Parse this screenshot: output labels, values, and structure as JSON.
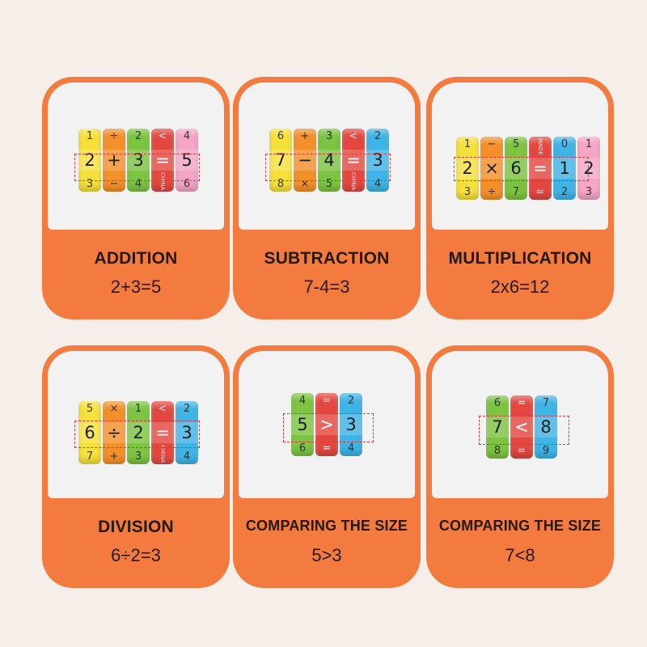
{
  "cards": [
    {
      "title": "ADDITION",
      "equation": "2+3=5",
      "rings": [
        {
          "color": "yellow",
          "top": "1",
          "mid": "2",
          "bot": "3"
        },
        {
          "color": "orange",
          "top": "÷",
          "mid": "+",
          "bot": "−"
        },
        {
          "color": "green",
          "top": "2",
          "mid": "3",
          "bot": "4"
        },
        {
          "color": "red",
          "top": "<",
          "mid": "=",
          "bot": "CHINA"
        },
        {
          "color": "pink",
          "top": "4",
          "mid": "5",
          "bot": "6"
        }
      ]
    },
    {
      "title": "SUBTRACTION",
      "equation": "7-4=3",
      "rings": [
        {
          "color": "yellow",
          "top": "6",
          "mid": "7",
          "bot": "8"
        },
        {
          "color": "orange",
          "top": "+",
          "mid": "−",
          "bot": "×"
        },
        {
          "color": "green",
          "top": "3",
          "mid": "4",
          "bot": "5"
        },
        {
          "color": "red",
          "top": "<",
          "mid": "=",
          "bot": "CHINA"
        },
        {
          "color": "blue",
          "top": "2",
          "mid": "3",
          "bot": "4"
        }
      ]
    },
    {
      "title": "MULTIPLICATION",
      "equation": "2x6=12",
      "rings": [
        {
          "color": "yellow",
          "top": "1",
          "mid": "2",
          "bot": "3"
        },
        {
          "color": "orange",
          "top": "−",
          "mid": "×",
          "bot": "÷"
        },
        {
          "color": "green",
          "top": "5",
          "mid": "6",
          "bot": "7"
        },
        {
          "color": "red",
          "top": "MADE",
          "mid": "=",
          "bot": "≈"
        },
        {
          "color": "blue",
          "top": "0",
          "mid": "1",
          "bot": "2"
        },
        {
          "color": "pink",
          "top": "1",
          "mid": "2",
          "bot": "3"
        }
      ]
    },
    {
      "title": "DIVISION",
      "equation": "6÷2=3",
      "rings": [
        {
          "color": "yellow",
          "top": "5",
          "mid": "6",
          "bot": "7"
        },
        {
          "color": "orange",
          "top": "×",
          "mid": "÷",
          "bot": "+"
        },
        {
          "color": "green",
          "top": "1",
          "mid": "2",
          "bot": "3"
        },
        {
          "color": "red",
          "top": "<",
          "mid": "=",
          "bot": "CHINA"
        },
        {
          "color": "blue",
          "top": "2",
          "mid": "3",
          "bot": "4"
        }
      ]
    },
    {
      "title": "COMPARING THE SIZE",
      "equation": "5>3",
      "rings": [
        {
          "color": "green",
          "top": "4",
          "mid": "5",
          "bot": "6"
        },
        {
          "color": "red",
          "top": "=",
          "mid": ">",
          "bot": "="
        },
        {
          "color": "blue",
          "top": "2",
          "mid": "3",
          "bot": "4"
        }
      ]
    },
    {
      "title": "COMPARING THE SIZE",
      "equation": "7<8",
      "rings": [
        {
          "color": "green",
          "top": "6",
          "mid": "7",
          "bot": "8"
        },
        {
          "color": "red",
          "top": "=",
          "mid": "<",
          "bot": "="
        },
        {
          "color": "blue",
          "top": "7",
          "mid": "8",
          "bot": "9"
        }
      ]
    }
  ]
}
